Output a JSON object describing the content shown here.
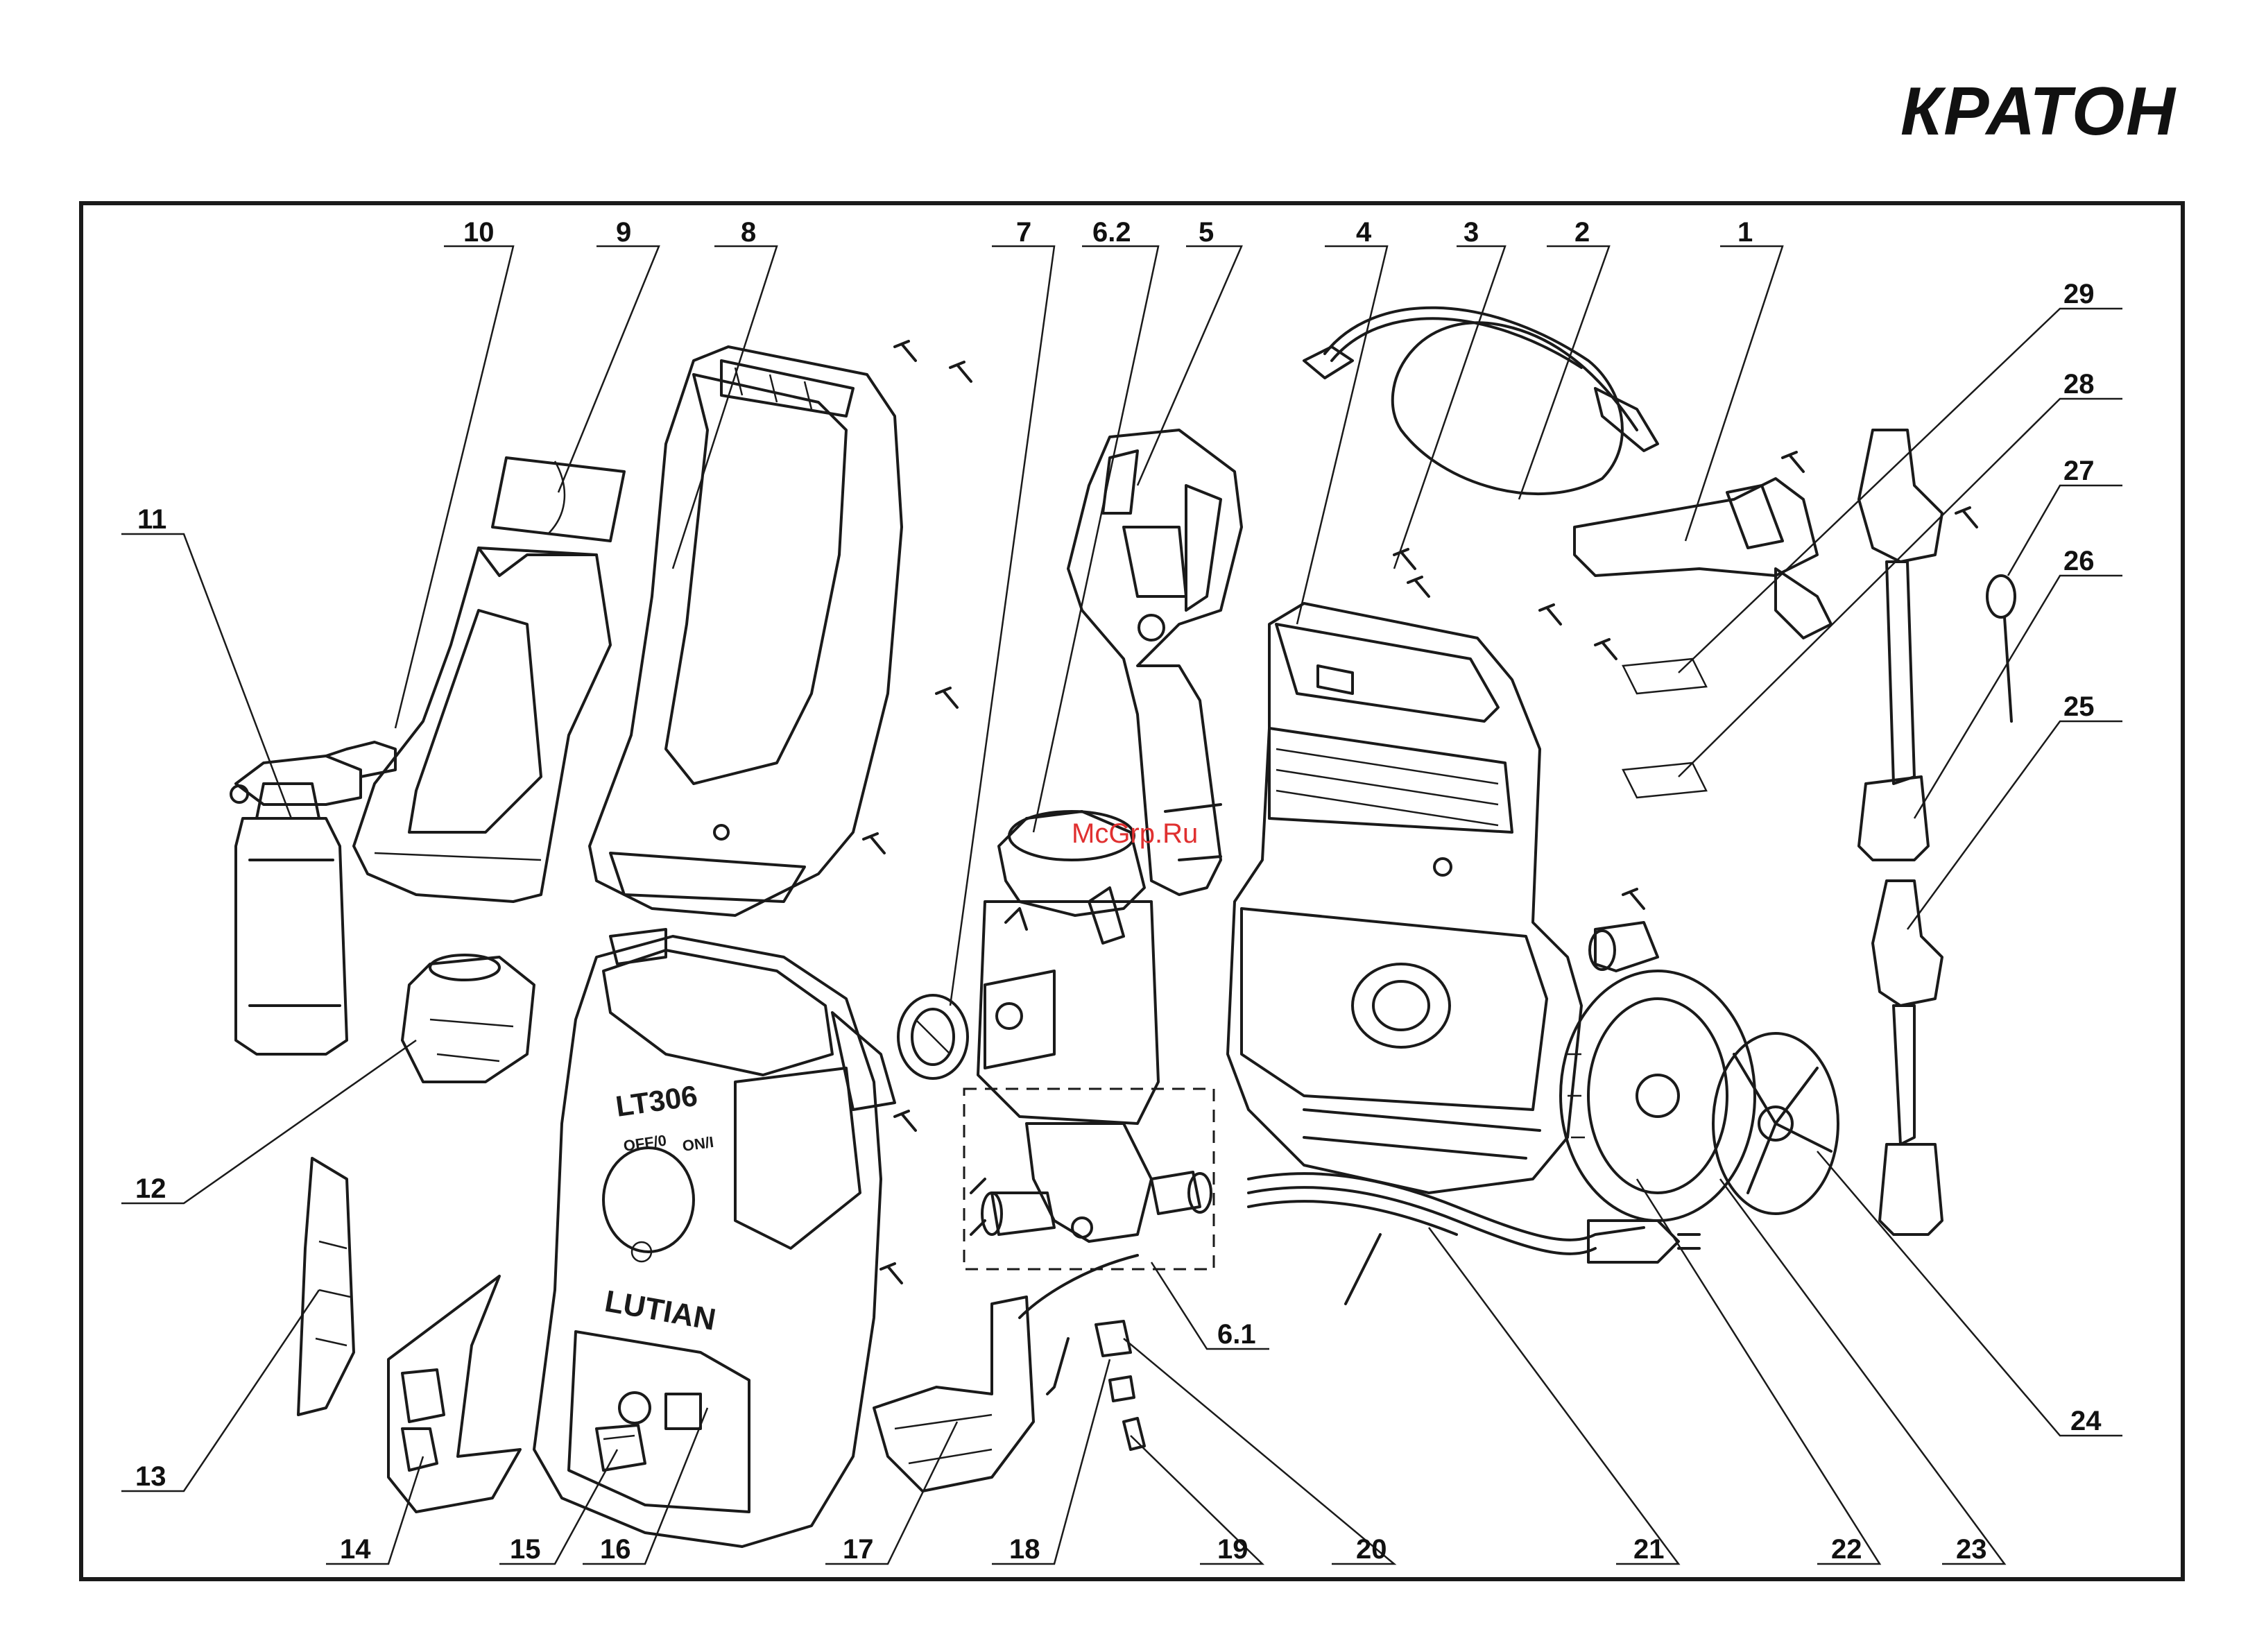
{
  "brand": {
    "name": "КРАТОН"
  },
  "watermark": "McGrp.Ru",
  "embossed": {
    "model": "LT306",
    "off": "OFF/0",
    "on": "ON/I",
    "maker": "LUTIAN"
  },
  "callouts": [
    {
      "id": "c10",
      "label": "10"
    },
    {
      "id": "c9",
      "label": "9"
    },
    {
      "id": "c8",
      "label": "8"
    },
    {
      "id": "c7",
      "label": "7"
    },
    {
      "id": "c62",
      "label": "6.2"
    },
    {
      "id": "c5",
      "label": "5"
    },
    {
      "id": "c4",
      "label": "4"
    },
    {
      "id": "c3",
      "label": "3"
    },
    {
      "id": "c2",
      "label": "2"
    },
    {
      "id": "c1",
      "label": "1"
    },
    {
      "id": "c29",
      "label": "29"
    },
    {
      "id": "c28",
      "label": "28"
    },
    {
      "id": "c27",
      "label": "27"
    },
    {
      "id": "c26",
      "label": "26"
    },
    {
      "id": "c25",
      "label": "25"
    },
    {
      "id": "c11",
      "label": "11"
    },
    {
      "id": "c12",
      "label": "12"
    },
    {
      "id": "c13",
      "label": "13"
    },
    {
      "id": "c14",
      "label": "14"
    },
    {
      "id": "c15",
      "label": "15"
    },
    {
      "id": "c16",
      "label": "16"
    },
    {
      "id": "c17",
      "label": "17"
    },
    {
      "id": "c18",
      "label": "18"
    },
    {
      "id": "c19",
      "label": "19"
    },
    {
      "id": "c20",
      "label": "20"
    },
    {
      "id": "c21",
      "label": "21"
    },
    {
      "id": "c22",
      "label": "22"
    },
    {
      "id": "c23",
      "label": "23"
    },
    {
      "id": "c24",
      "label": "24"
    },
    {
      "id": "c61",
      "label": "6.1"
    }
  ]
}
